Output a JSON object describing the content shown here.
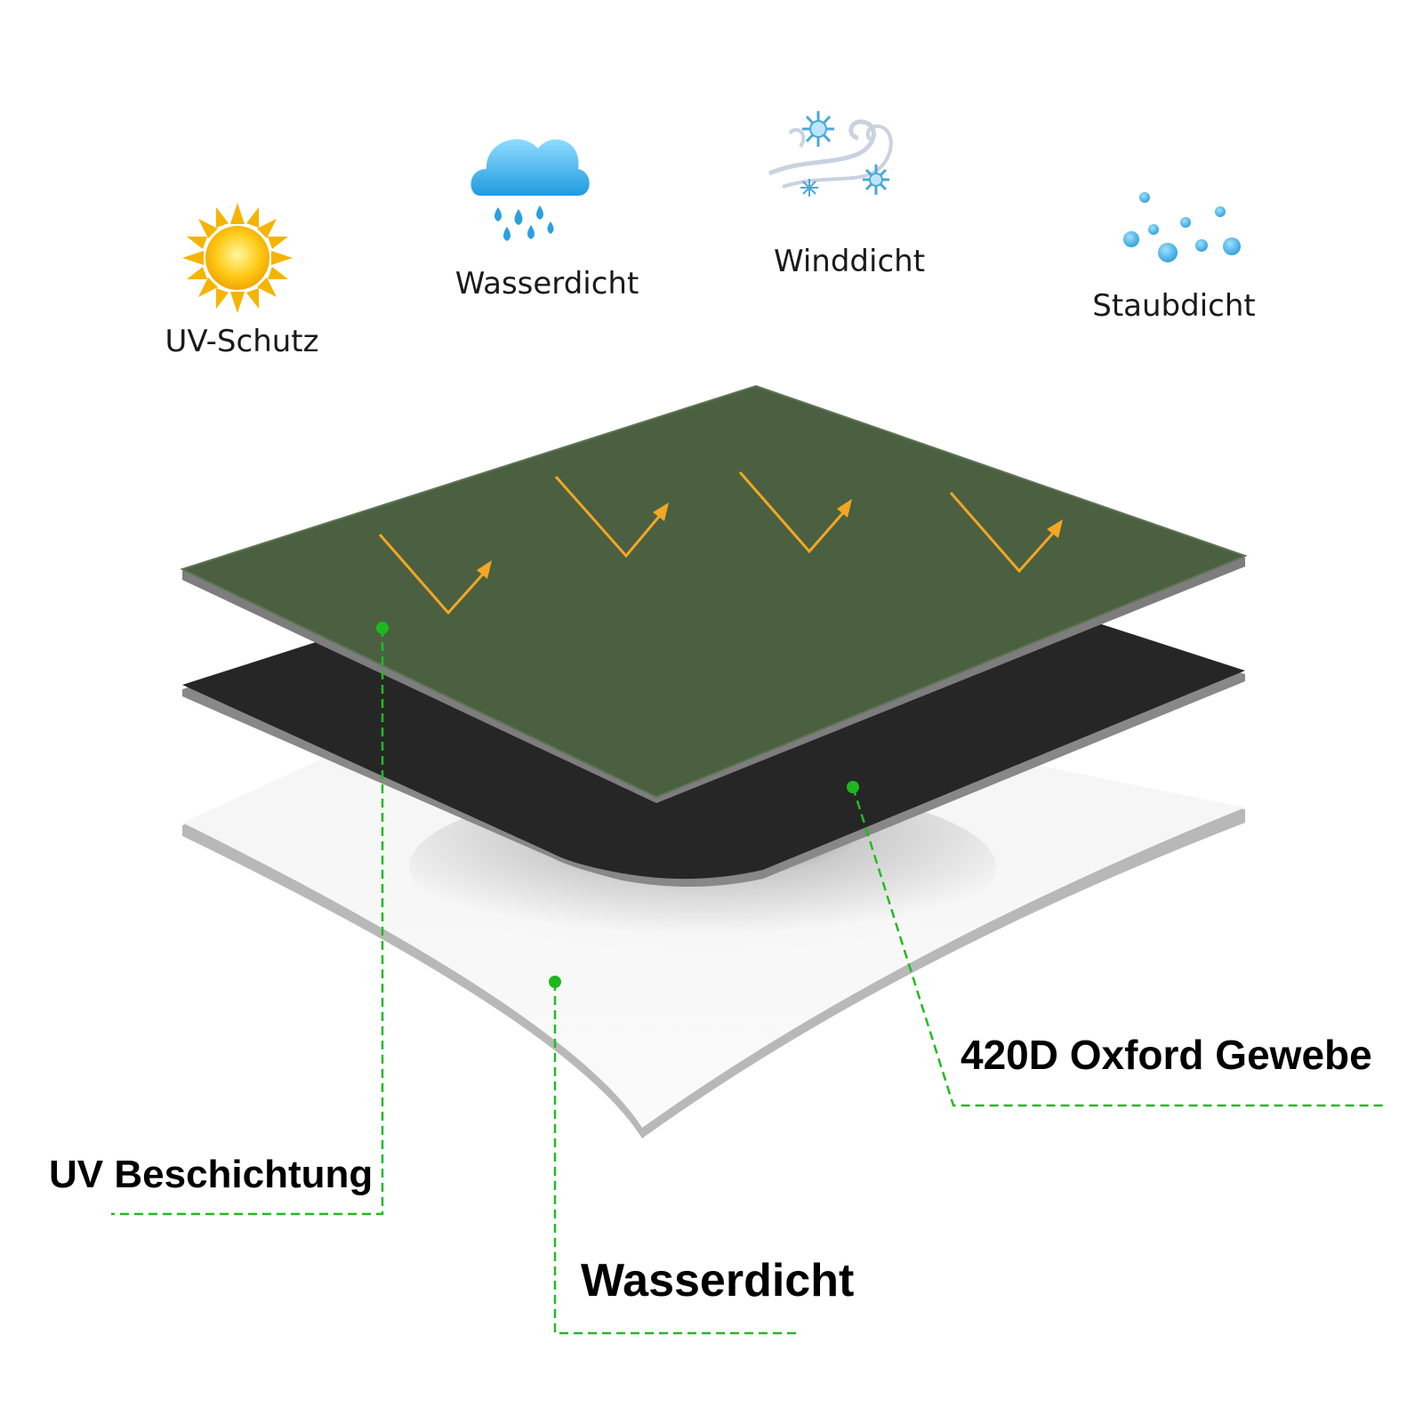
{
  "features": [
    {
      "icon": "sun-icon",
      "label": "UV-Schutz"
    },
    {
      "icon": "rain-cloud-icon",
      "label": "Wasserdicht"
    },
    {
      "icon": "wind-snow-icon",
      "label": "Winddicht"
    },
    {
      "icon": "dust-particles-icon",
      "label": "Staubdicht"
    }
  ],
  "layers": [
    {
      "name": "top-layer",
      "color": "#4a6041"
    },
    {
      "name": "middle-layer",
      "color": "#262626"
    },
    {
      "name": "bottom-layer",
      "color": "#f0f0f0"
    }
  ],
  "callouts": [
    {
      "label": "UV Beschichtung"
    },
    {
      "label": "420D Oxford Gewebe"
    },
    {
      "label": "Wasserdicht"
    }
  ],
  "colors": {
    "accent_arrow": "#f5a623",
    "callout_line": "#22bb22",
    "callout_dot": "#1db81d"
  }
}
